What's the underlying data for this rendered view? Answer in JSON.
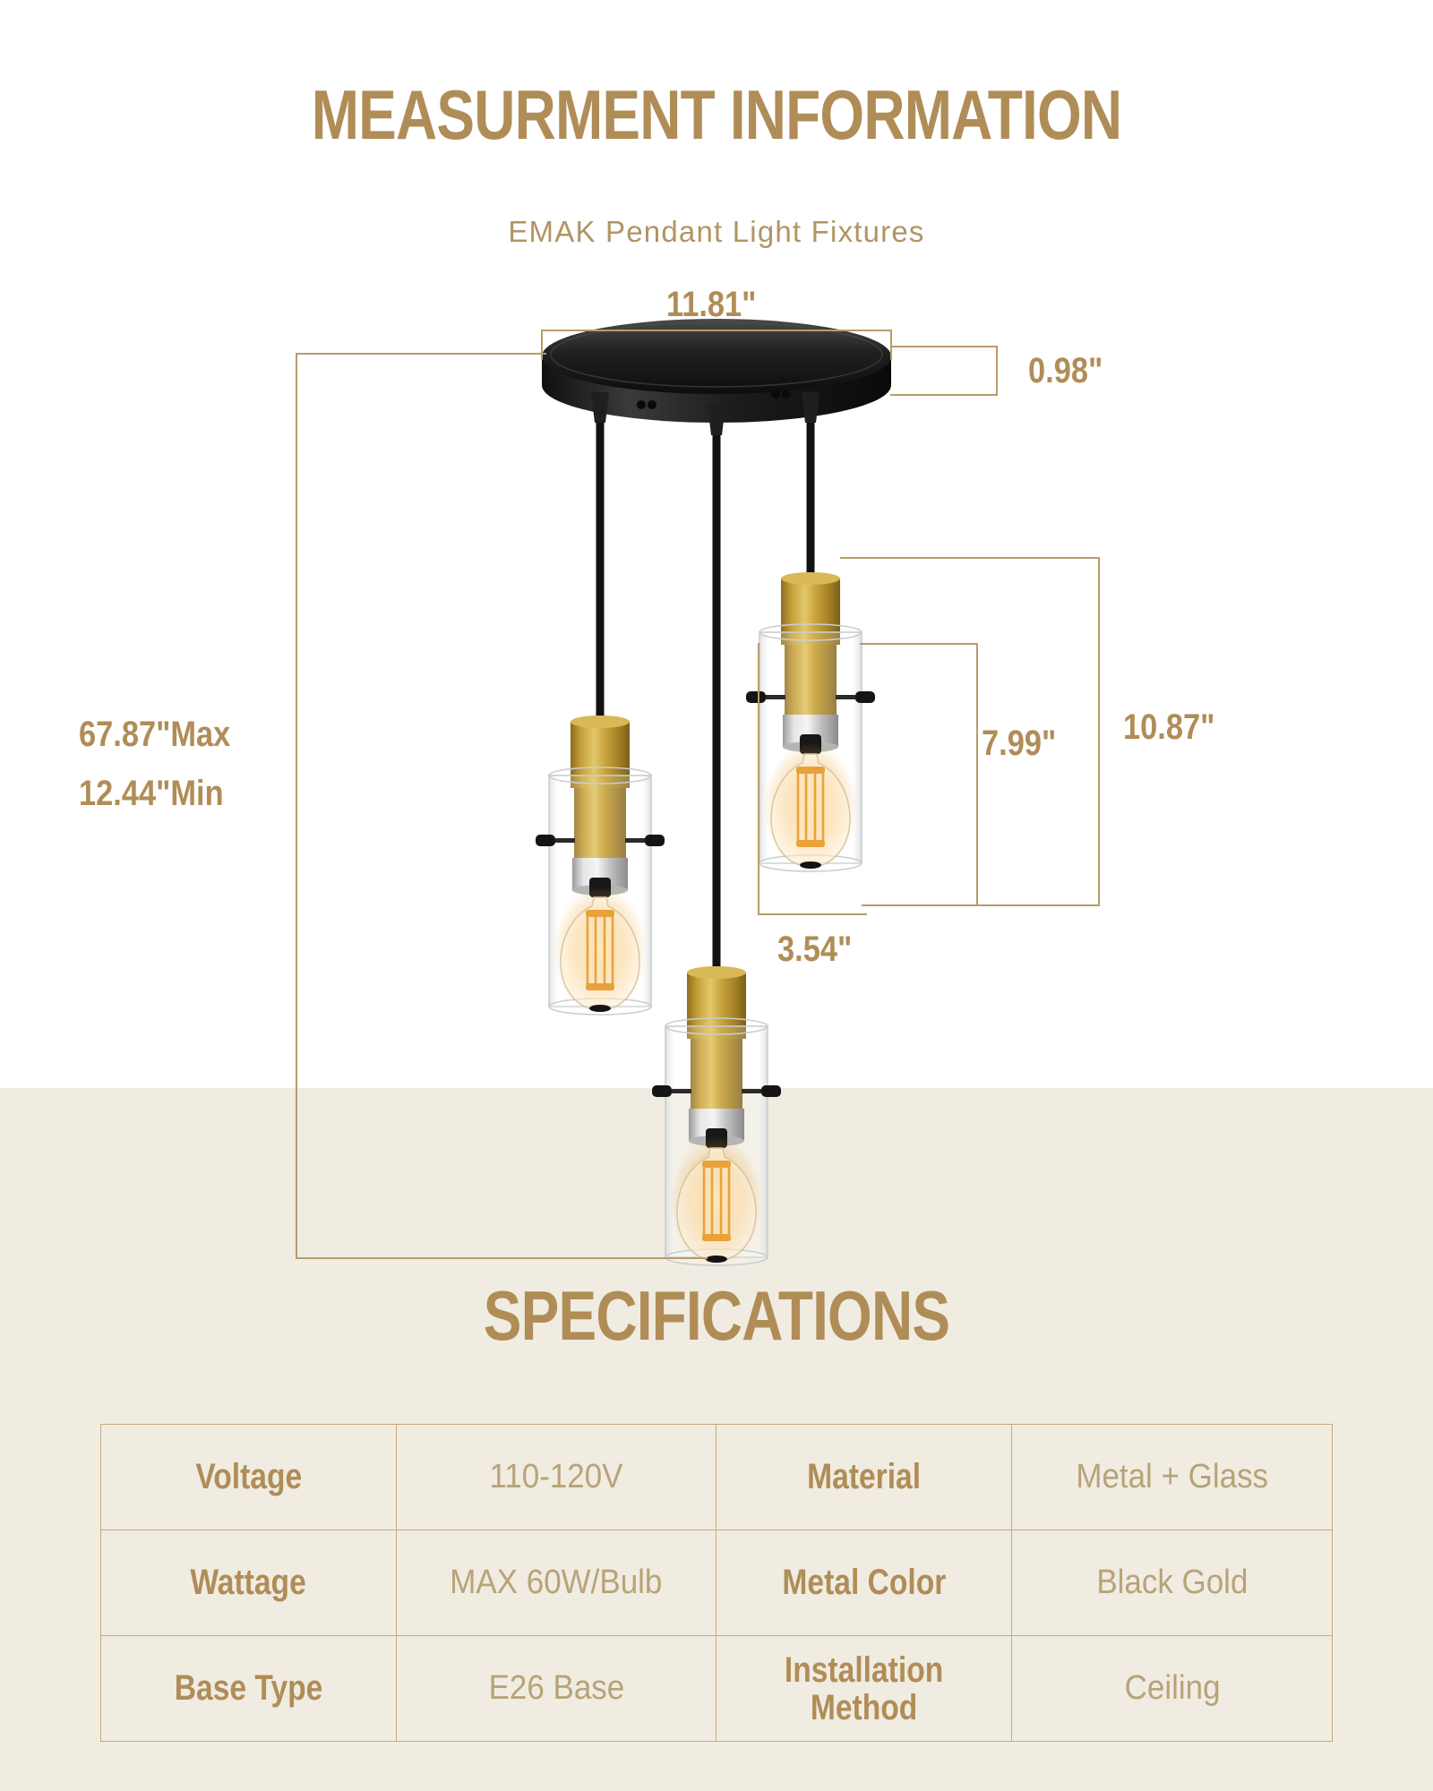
{
  "page": {
    "background_top": "#FFFFFF",
    "background_bottom": "#F0ECE2",
    "accent_color": "#B08D57",
    "line_color": "#B89B6A"
  },
  "header": {
    "title": "MEASURMENT INFORMATION",
    "subtitle": "EMAK Pendant Light Fixtures"
  },
  "dimensions": {
    "canopy_width": "11.81\"",
    "canopy_height": "0.98\"",
    "overall_max": "67.87\"Max",
    "overall_min": "12.44\"Min",
    "shade_height": "7.99\"",
    "fixture_height": "10.87\"",
    "shade_diameter": "3.54\""
  },
  "specifications": {
    "title": "SPECIFICATIONS",
    "rows": [
      {
        "key1": "Voltage",
        "val1": "110-120V",
        "key2": "Material",
        "val2": "Metal + Glass"
      },
      {
        "key1": "Wattage",
        "val1": "MAX 60W/Bulb",
        "key2": "Metal Color",
        "val2": "Black Gold"
      },
      {
        "key1": "Base Type",
        "val1": "E26 Base",
        "key2": "Installation Method",
        "val2": "Ceiling"
      }
    ]
  },
  "product": {
    "canopy_color": "#1A1A1A",
    "socket_color": "#C9A227",
    "glass_color": "#FFFFFF",
    "bulb_color": "#E8A23A",
    "pendant_count": 3
  }
}
